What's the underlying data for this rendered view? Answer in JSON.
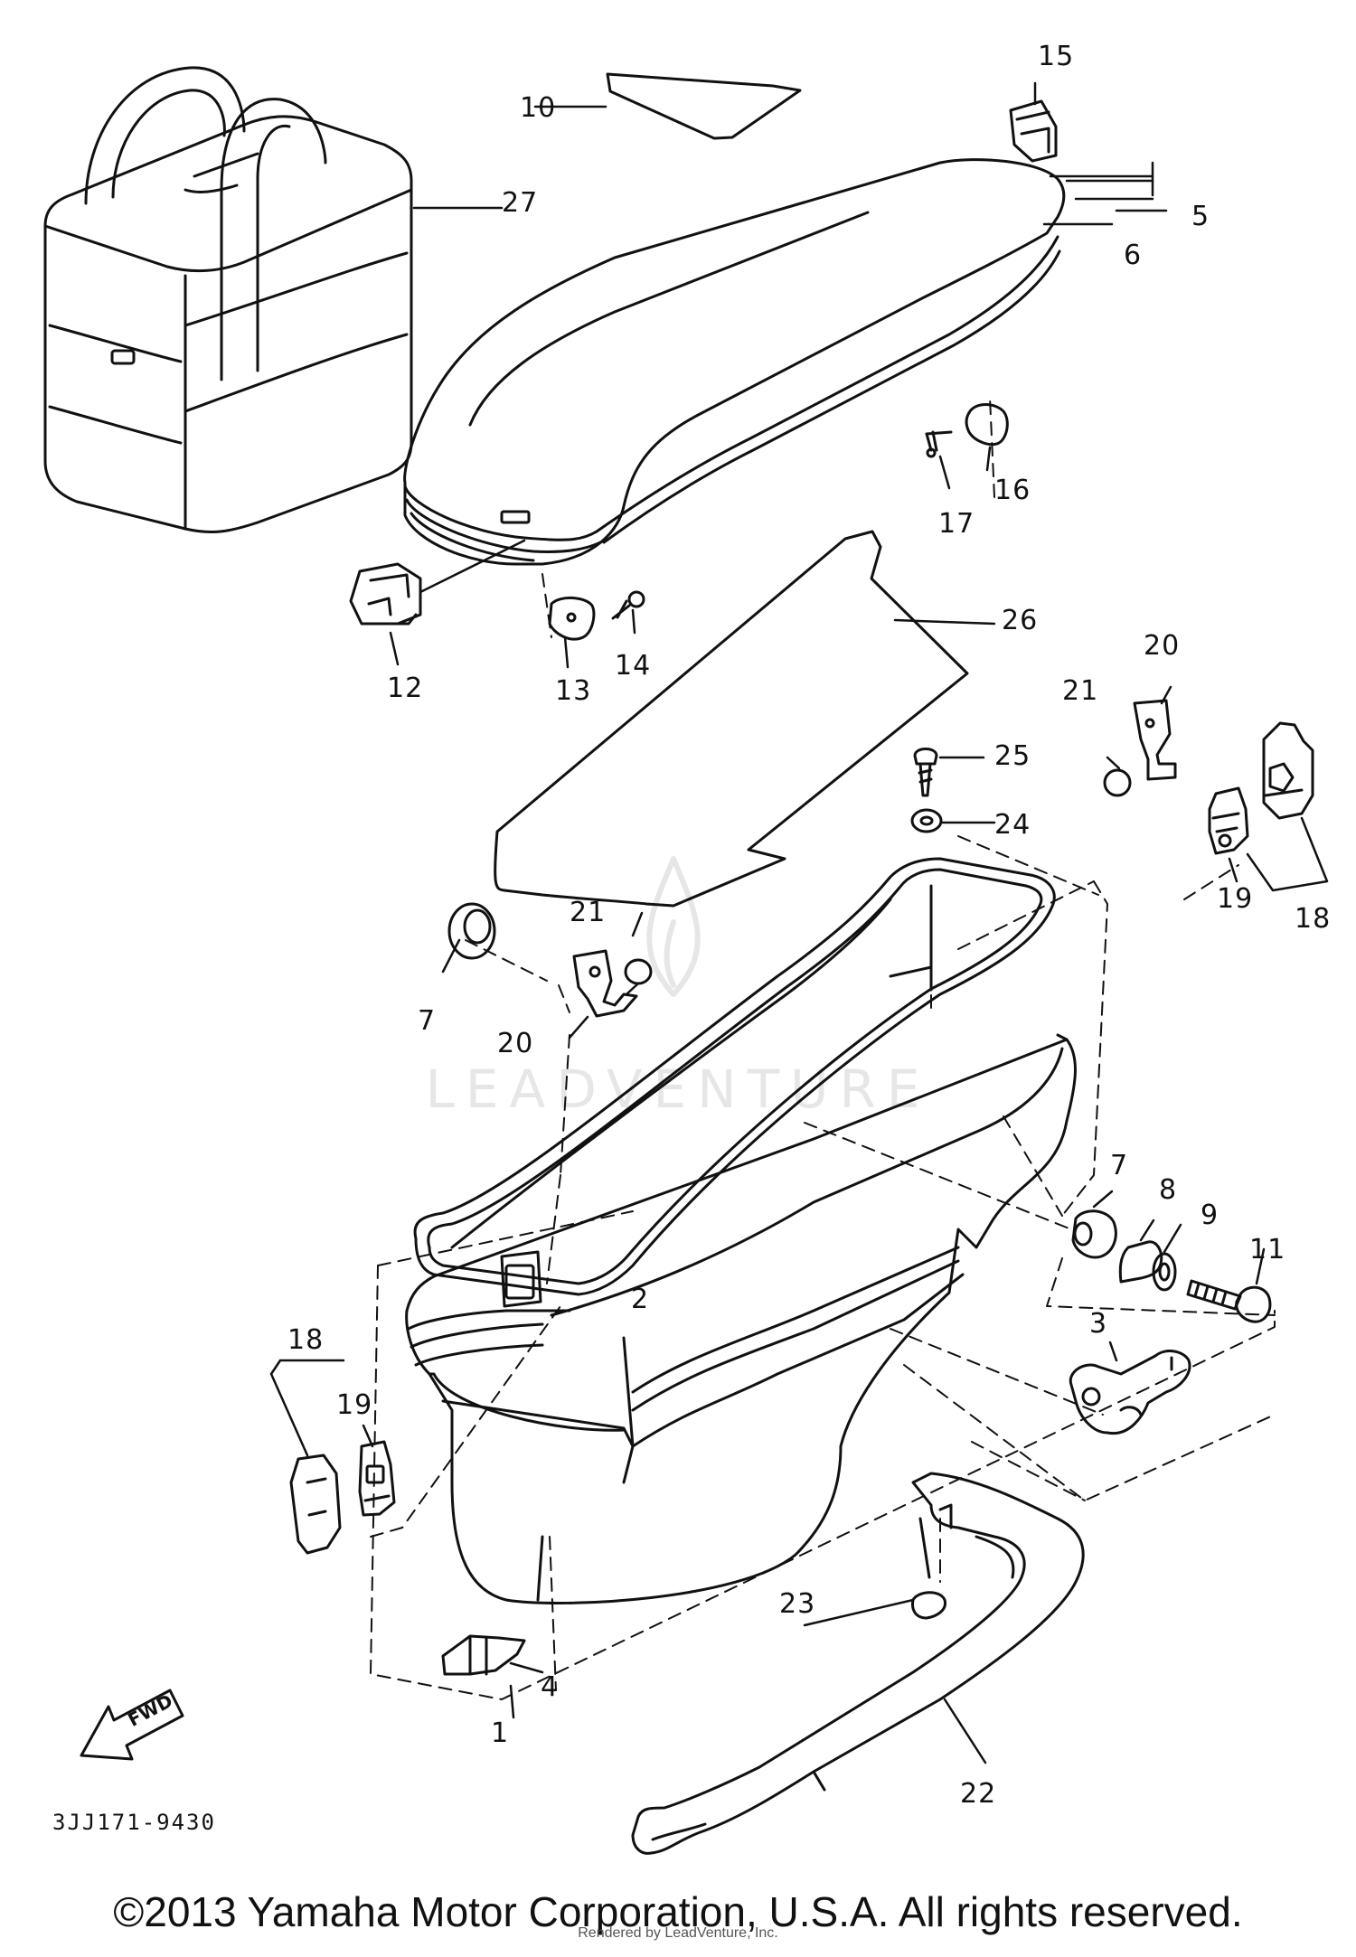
{
  "diagram": {
    "callouts": {
      "c1": "1",
      "c2": "2",
      "c3": "3",
      "c4": "4",
      "c5": "5",
      "c6": "6",
      "c7a": "7",
      "c7b": "7",
      "c8": "8",
      "c9": "9",
      "c10": "10",
      "c11": "11",
      "c12": "12",
      "c13": "13",
      "c14": "14",
      "c15": "15",
      "c16": "16",
      "c17": "17",
      "c18a": "18",
      "c18b": "18",
      "c19a": "19",
      "c19b": "19",
      "c20a": "20",
      "c20b": "20",
      "c21a": "21",
      "c21b": "21",
      "c22": "22",
      "c23": "23",
      "c24": "24",
      "c25": "25",
      "c26": "26",
      "c27": "27"
    },
    "fwd_label": "FWD",
    "diagram_code": "3JJ171-9430",
    "copyright": "©2013 Yamaha Motor Corporation, U.S.A. All rights reserved.",
    "rendered_by": "Rendered by LeadVenture, Inc.",
    "watermark": "LEADVENTURE"
  },
  "colors": {
    "line": "#111111",
    "background": "#ffffff",
    "watermark": "#e4e4e4"
  }
}
